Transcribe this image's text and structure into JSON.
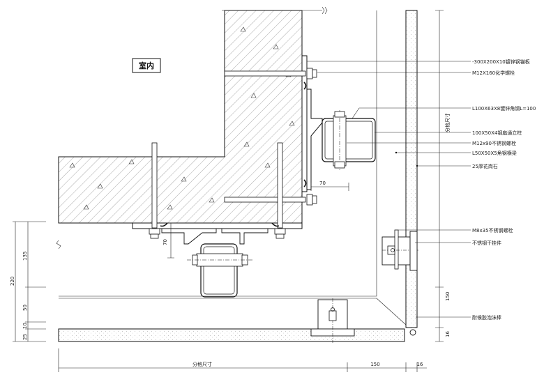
{
  "room_label": "室内",
  "callouts": [
    "-300X200X10镀锌钢锚板",
    "M12X160化学螺栓",
    "L100X63X8镀锌角钢L=100",
    "100X50X4钢扁通立柱",
    "M12x90不锈钢螺栓",
    "L50X50X5角钢横梁",
    "25厚花岗石",
    "M8x35不锈钢螺栓",
    "不锈钢干挂件",
    "耐候胶泡沫棒"
  ],
  "dimensions": {
    "d70_right": "70",
    "d70_lower": "70",
    "grid_size_vertical": "分格尺寸",
    "d150_vertical": "150",
    "d16_vertical": "16",
    "d135": "135",
    "d220": "220",
    "d50": "50",
    "d10": "10",
    "d25": "25",
    "grid_size_bottom": "分格尺寸",
    "d150_bottom": "150",
    "d16_bottom": "16"
  }
}
